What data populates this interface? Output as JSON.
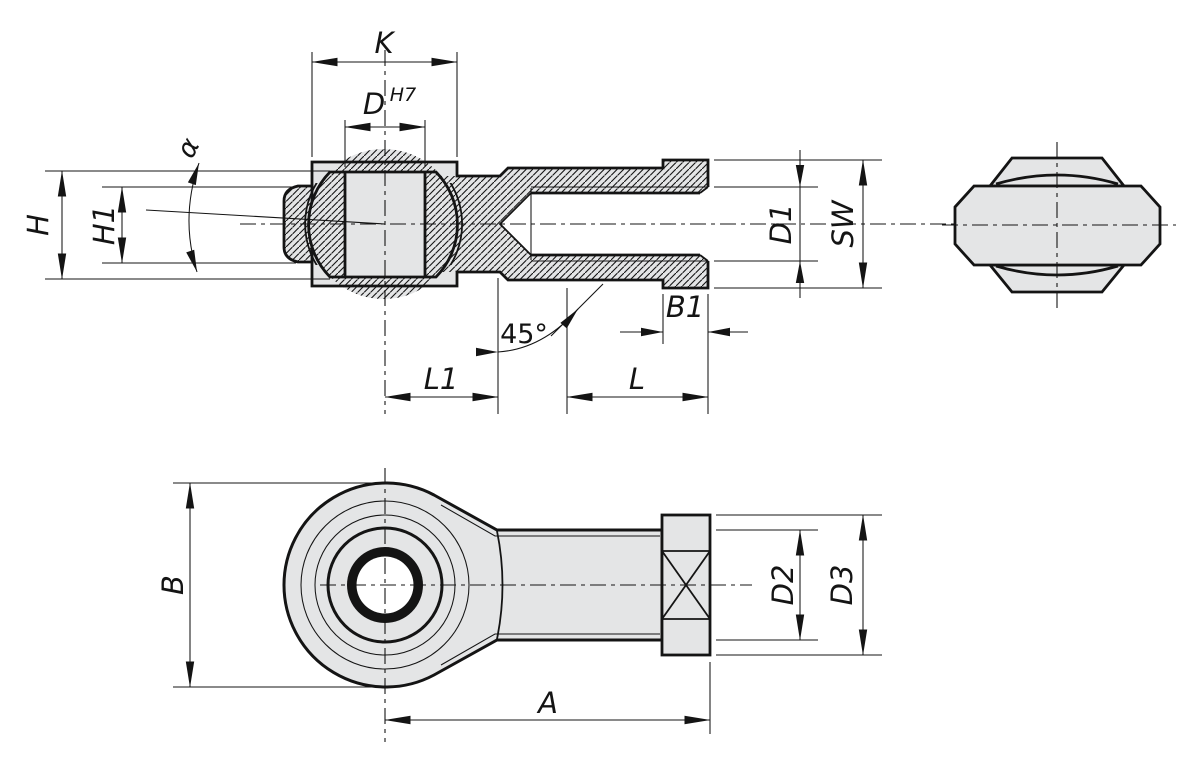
{
  "labels": {
    "k": "K",
    "d": "D",
    "d_tolerance": "H7",
    "alpha": "α",
    "h": "H",
    "h1": "H1",
    "d1": "D1",
    "sw": "SW",
    "b1": "B1",
    "chamfer_angle": "45°",
    "l1": "L1",
    "l": "L",
    "b": "B",
    "d2": "D2",
    "d3": "D3",
    "a": "A"
  },
  "colors": {
    "background": "#ffffff",
    "line": "#141414",
    "part_fill": "#e4e5e6"
  }
}
